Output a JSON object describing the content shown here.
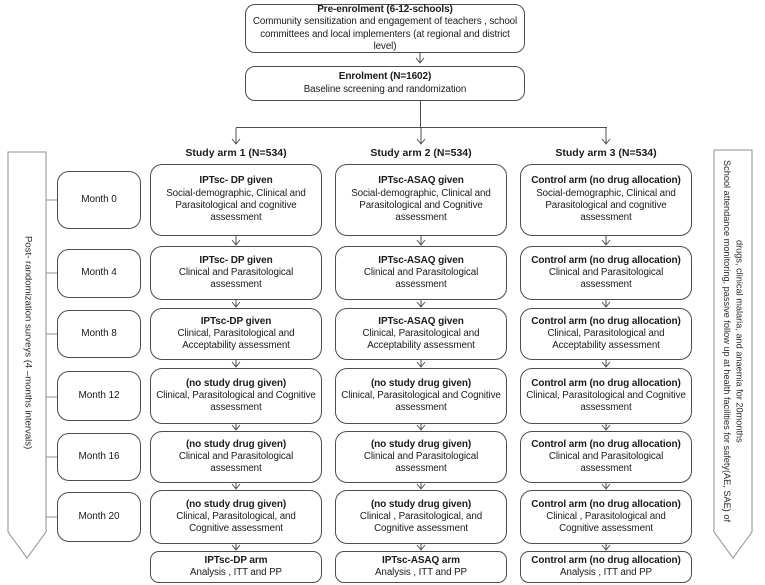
{
  "flow": {
    "pre_enrolment": {
      "title": "Pre-enrolment (6-12-schools)",
      "body": "Community sensitization and engagement of teachers , school committees and local implementers (at regional and district level)"
    },
    "enrolment": {
      "title": "Enrolment (N=1602)",
      "body": "Baseline screening  and randomization"
    },
    "arms": [
      "Study arm 1 (N=534)",
      "Study arm 2 (N=534)",
      "Study arm 3 (N=534)"
    ],
    "rows": [
      {
        "month": "Month 0",
        "cells": [
          {
            "title": "IPTsc- DP  given",
            "body": "Social-demographic, Clinical and Parasitological and cognitive assessment"
          },
          {
            "title": "IPTsc-ASAQ  given",
            "body": "Social-demographic, Clinical and Parasitological and Cognitive assessment"
          },
          {
            "title": "Control  arm (no drug allocation)",
            "body": "Social-demographic, Clinical and Parasitological and cognitive assessment"
          }
        ]
      },
      {
        "month": "Month 4",
        "cells": [
          {
            "title": "IPTsc- DP  given",
            "body": "Clinical and Parasitological assessment"
          },
          {
            "title": "IPTsc-ASAQ  given",
            "body": "Clinical and Parasitological assessment"
          },
          {
            "title": "Control  arm (no drug allocation)",
            "body": "Clinical and Parasitological assessment"
          }
        ]
      },
      {
        "month": "Month 8",
        "cells": [
          {
            "title": "IPTsc-DP  given",
            "body": "Clinical, Parasitological and Acceptability assessment"
          },
          {
            "title": "IPTsc-ASAQ  given",
            "body": "Clinical, Parasitological and Acceptability assessment"
          },
          {
            "title": "Control  arm (no drug allocation)",
            "body": "Clinical, Parasitological and Acceptability assessment"
          }
        ]
      },
      {
        "month": "Month 12",
        "cells": [
          {
            "title": "(no study drug given)",
            "body": "Clinical, Parasitological and Cognitive assessment"
          },
          {
            "title": "(no study drug given)",
            "body": "Clinical, Parasitological and Cognitive assessment"
          },
          {
            "title": "Control  arm (no drug allocation)",
            "body": "Clinical, Parasitological and Cognitive assessment"
          }
        ]
      },
      {
        "month": "Month 16",
        "cells": [
          {
            "title": "(no study drug given)",
            "body": "Clinical and Parasitological assessment"
          },
          {
            "title": "(no study drug given)",
            "body": "Clinical and Parasitological assessment"
          },
          {
            "title": "Control  arm (no drug allocation)",
            "body": "Clinical and Parasitological assessment"
          }
        ]
      },
      {
        "month": "Month 20",
        "cells": [
          {
            "title": "(no study drug given)",
            "body": "Clinical, Parasitological, and Cognitive assessment"
          },
          {
            "title": "(no study drug given)",
            "body": "Clinical , Parasitological, and Cognitive assessment"
          },
          {
            "title": "Control  arm (no drug allocation)",
            "body": "Clinical , Parasitological and Cognitive assessment"
          }
        ]
      }
    ],
    "analysis": [
      {
        "title": "IPTsc-DP arm",
        "body": "Analysis , ITT and PP"
      },
      {
        "title": "IPTsc-ASAQ arm",
        "body": "Analysis , ITT and PP"
      },
      {
        "title": "Control arm (no drug allocation)",
        "body": "Analysis , ITT and PP"
      }
    ],
    "left_banner": "Post- randomization surveys (4 –months intervals)",
    "right_banner": "School attendance monitoring, passive follow up  at health facilities for safety(AE, SAE) of drugs, clinical malaria, and anaemia  for 20months",
    "colors": {
      "box_border": "#4d4d4d",
      "banner_border": "#8f8f8f",
      "text": "#1b1b1b"
    }
  }
}
